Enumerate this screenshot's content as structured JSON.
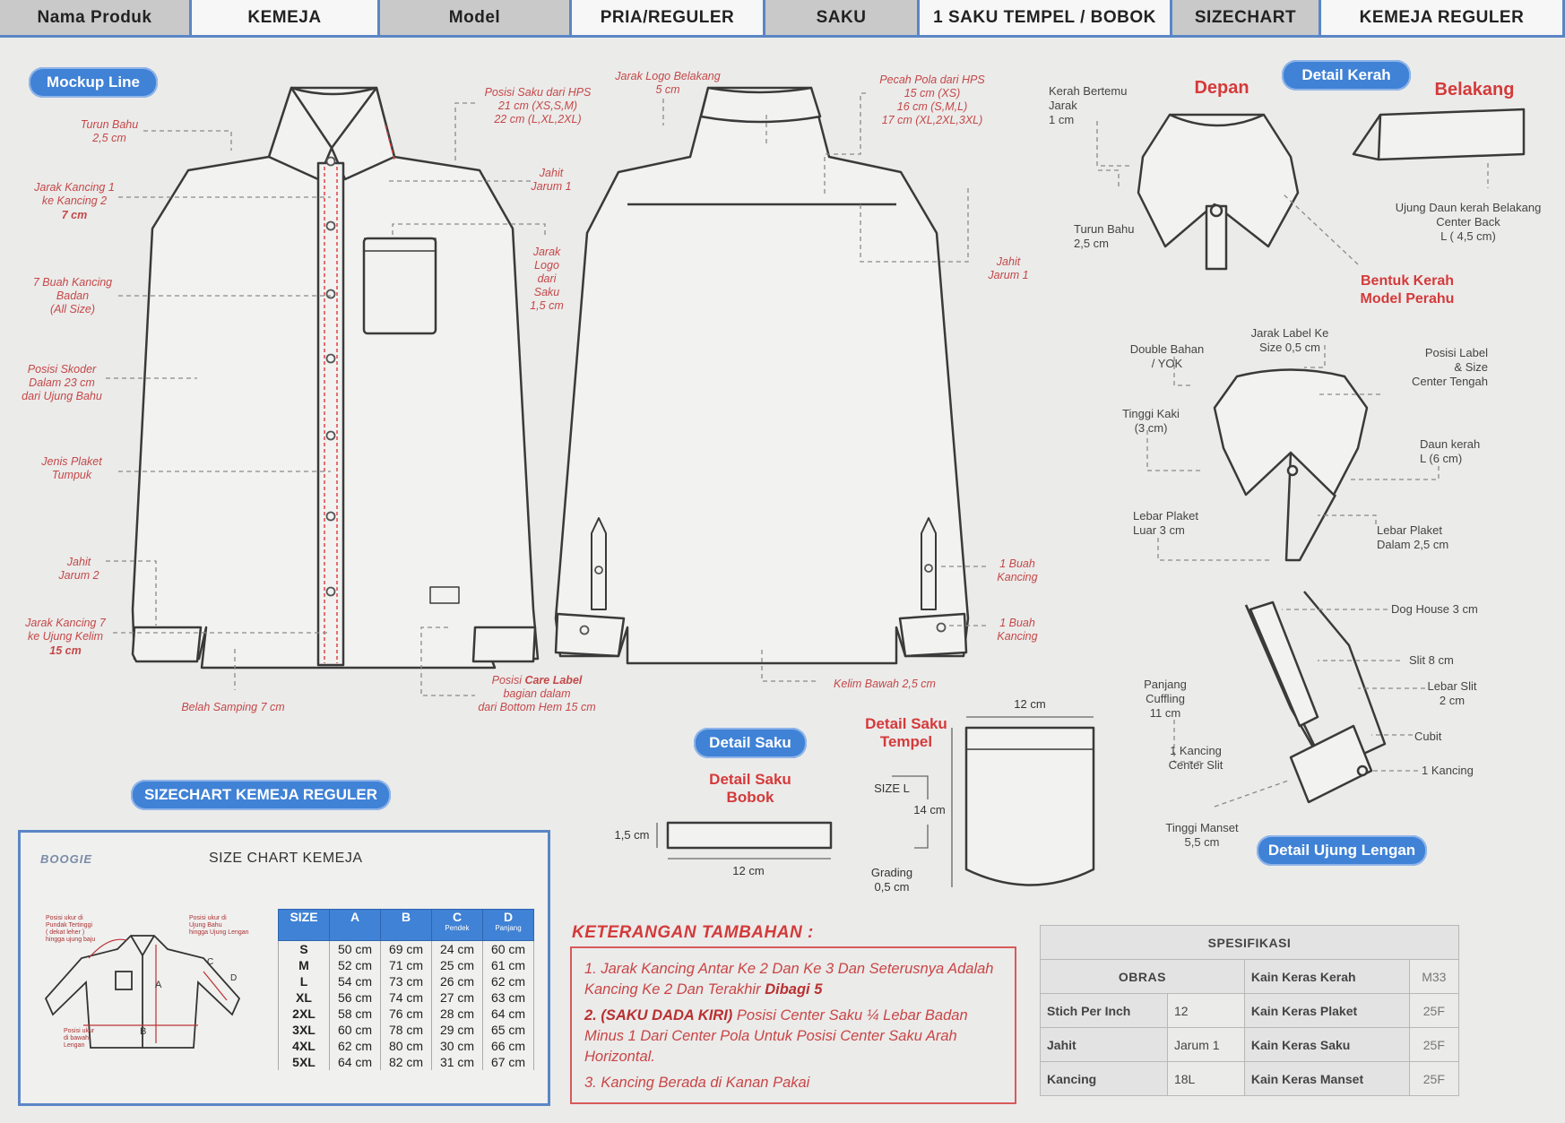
{
  "header": [
    {
      "text": "Nama Produk",
      "w": 214,
      "kind": "lab"
    },
    {
      "text": "KEMEJA",
      "w": 210,
      "kind": "val"
    },
    {
      "text": "Model",
      "w": 214,
      "kind": "lab"
    },
    {
      "text": "PRIA/REGULER",
      "w": 216,
      "kind": "val"
    },
    {
      "text": "SAKU",
      "w": 172,
      "kind": "lab"
    },
    {
      "text": "1 SAKU TEMPEL / BOBOK",
      "w": 282,
      "kind": "val"
    },
    {
      "text": "SIZECHART",
      "w": 166,
      "kind": "lab"
    },
    {
      "text": "KEMEJA REGULER",
      "w": 272,
      "kind": "val"
    }
  ],
  "pills": {
    "mockup": "Mockup Line",
    "kerah": "Detail Kerah",
    "saku": "Detail Saku",
    "lengan": "Detail Ujung Lengan",
    "sizechart": "SIZECHART KEMEJA REGULER"
  },
  "front": {
    "turun_bahu": "Turun Bahu\n2,5 cm",
    "jarak_kancing": "Jarak Kancing 1\nke Kancing 2",
    "jarak_kancing_val": "7 cm",
    "tujuh_kancing": "7 Buah Kancing\nBadan\n(All Size)",
    "skoder": "Posisi Skoder\nDalam 23 cm\ndari Ujung Bahu",
    "plaket": "Jenis Plaket\nTumpuk",
    "jahit2": "Jahit\nJarum 2",
    "kancing7": "Jarak Kancing 7\nke Ujung Kelim",
    "kancing7_val": "15 cm",
    "belah": "Belah Samping 7 cm",
    "posisi_saku": "Posisi Saku dari HPS\n21 cm (XS,S,M)\n22 cm (L,XL,2XL)",
    "jahit1": "Jahit\nJarum 1",
    "logo_saku": "Jarak\nLogo\ndari\nSaku\n1,5 cm",
    "care_pre": "Posisi ",
    "care_b": "Care Label",
    "care_post": "bagian dalam\ndari Bottom Hem 15 cm"
  },
  "back": {
    "logo": "Jarak Logo Belakang\n5 cm",
    "pecah": "Pecah Pola dari HPS\n15 cm (XS)\n16 cm (S,M,L)\n17 cm (XL,2XL,3XL)",
    "jahit1": "Jahit\nJarum 1",
    "kancing1": "1 Buah\nKancing",
    "kancing2": "1 Buah\nKancing",
    "kelim": "Kelim Bawah 2,5 cm"
  },
  "kerah": {
    "depan": "Depan",
    "belakang": "Belakang",
    "bertemu": "Kerah Bertemu\nJarak\n1 cm",
    "turun_bahu": "Turun Bahu\n2,5 cm",
    "ujung_daun": "Ujung Daun kerah Belakang\nCenter Back\nL ( 4,5 cm)",
    "bentuk": "Bentuk Kerah\nModel Perahu",
    "double": "Double Bahan\n/ YOK",
    "jarak_label": "Jarak Label Ke\nSize 0,5 cm",
    "posisi_label": "Posisi Label\n& Size\nCenter Tengah",
    "tinggi_kaki": "Tinggi Kaki\n(3 cm)",
    "daun": "Daun kerah\nL (6 cm)",
    "plaket_luar": "Lebar Plaket\nLuar 3 cm",
    "plaket_dalam": "Lebar Plaket\nDalam 2,5 cm"
  },
  "lengan": {
    "dog": "Dog House 3 cm",
    "slit": "Slit 8 cm",
    "panjang": "Panjang\nCuffling\n11 cm",
    "lebar_slit": "Lebar Slit\n2 cm",
    "cubit": "Cubit",
    "kancing_slit": "1 Kancing\nCenter Slit",
    "kancing": "1 Kancing",
    "manset": "Tinggi Manset\n5,5 cm"
  },
  "saku": {
    "bobok_title": "Detail Saku\nBobok",
    "tempel_title": "Detail Saku\nTempel",
    "bobok_h": "1,5 cm",
    "bobok_w": "12 cm",
    "tempel_w": "12 cm",
    "size_l": "SIZE  L",
    "tempel_h": "14 cm",
    "grading": "Grading\n0,5 cm"
  },
  "sizechart": {
    "brand": "BOOGIE",
    "title": "SIZE CHART KEMEJA",
    "note1": "Posisi ukur di\nPundak Tertinggi\n( dekat leher )\nhingga ujung baju",
    "note2": "Posisi ukur di\nUjung Bahu\nhingga Ujung Lengan",
    "note3": "Posisi ukur\ndi bawah\nLengan",
    "headers": [
      {
        "t": "SIZE",
        "s": ""
      },
      {
        "t": "A",
        "s": ""
      },
      {
        "t": "B",
        "s": ""
      },
      {
        "t": "C",
        "s": "Pendek"
      },
      {
        "t": "D",
        "s": "Panjang"
      }
    ],
    "rows": [
      [
        "S",
        "50 cm",
        "69 cm",
        "24 cm",
        "60 cm"
      ],
      [
        "M",
        "52 cm",
        "71 cm",
        "25 cm",
        "61 cm"
      ],
      [
        "L",
        "54 cm",
        "73 cm",
        "26 cm",
        "62 cm"
      ],
      [
        "XL",
        "56 cm",
        "74 cm",
        "27 cm",
        "63 cm"
      ],
      [
        "2XL",
        "58 cm",
        "76 cm",
        "28 cm",
        "64 cm"
      ],
      [
        "3XL",
        "60 cm",
        "78 cm",
        "29 cm",
        "65 cm"
      ],
      [
        "4XL",
        "62 cm",
        "80 cm",
        "30 cm",
        "66 cm"
      ],
      [
        "5XL",
        "64 cm",
        "82 cm",
        "31 cm",
        "67 cm"
      ]
    ]
  },
  "keterangan": {
    "title": "KETERANGAN TAMBAHAN :",
    "i1": "1. Jarak Kancing  Antar Ke 2 Dan Ke 3 Dan Seterusnya  Adalah\n    Kancing Ke 2 Dan Terakhir ",
    "i1b": "Dibagi 5",
    "i2a": "2. (SAKU DADA KIRI)",
    "i2": " Posisi Center Saku ¼  Lebar Badan\n    Minus 1 Dari Center Pola Untuk Posisi Center Saku  Arah\n    Horizontal.",
    "i3": "3. Kancing Berada di Kanan Pakai"
  },
  "spesifikasi": {
    "title": "SPESIFIKASI",
    "obras": "OBRAS",
    "rows": [
      [
        "Stich Per Inch",
        "12",
        "Kain Keras Plaket",
        "25F"
      ],
      [
        "Jahit",
        "Jarum 1",
        "Kain Keras Saku",
        "25F"
      ],
      [
        "Kancing",
        "18L",
        "Kain Keras Manset",
        "25F"
      ]
    ],
    "r0": [
      "Kain Keras Kerah",
      "M33"
    ]
  }
}
